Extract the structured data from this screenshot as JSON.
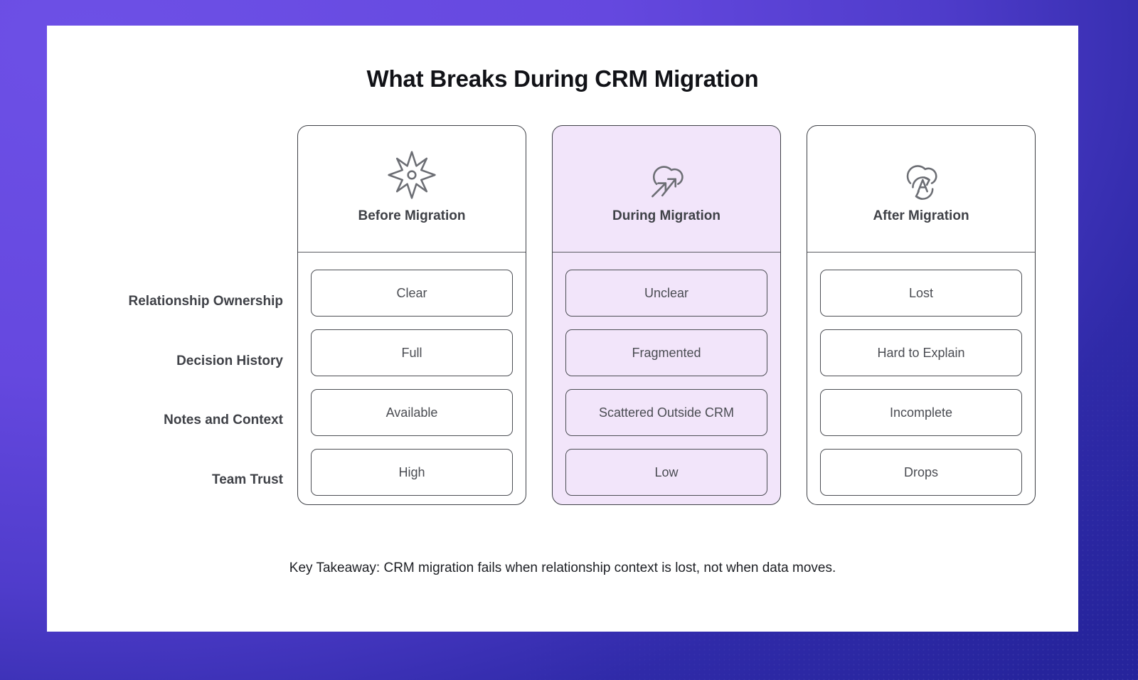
{
  "theme": {
    "background_start": "#6d50e6",
    "background_end": "#26249c",
    "canvas": "#ffffff",
    "highlight_column_bg": "#f2e5fa",
    "border": "#3e4046",
    "text_dark": "#111217",
    "text_label": "#3f4147",
    "text_cell": "#4a4c52"
  },
  "title": "What Breaks During CRM Migration",
  "row_labels": [
    "Relationship Ownership",
    "Decision History",
    "Notes and Context",
    "Team Trust"
  ],
  "columns": [
    {
      "header": "Before Migration",
      "icon": "eight-point-star-icon",
      "highlighted": false,
      "cells": [
        "Clear",
        "Full",
        "Available",
        "High"
      ]
    },
    {
      "header": "During Migration",
      "icon": "cloud-upload-arrows-icon",
      "highlighted": true,
      "cells": [
        "Unclear",
        "Fragmented",
        "Scattered Outside CRM",
        "Low"
      ]
    },
    {
      "header": "After Migration",
      "icon": "cloud-sync-a-icon",
      "highlighted": false,
      "cells": [
        "Lost",
        "Hard to Explain",
        "Incomplete",
        "Drops"
      ]
    }
  ],
  "footer": "Key Takeaway: CRM migration fails when relationship context is lost, not when data moves."
}
